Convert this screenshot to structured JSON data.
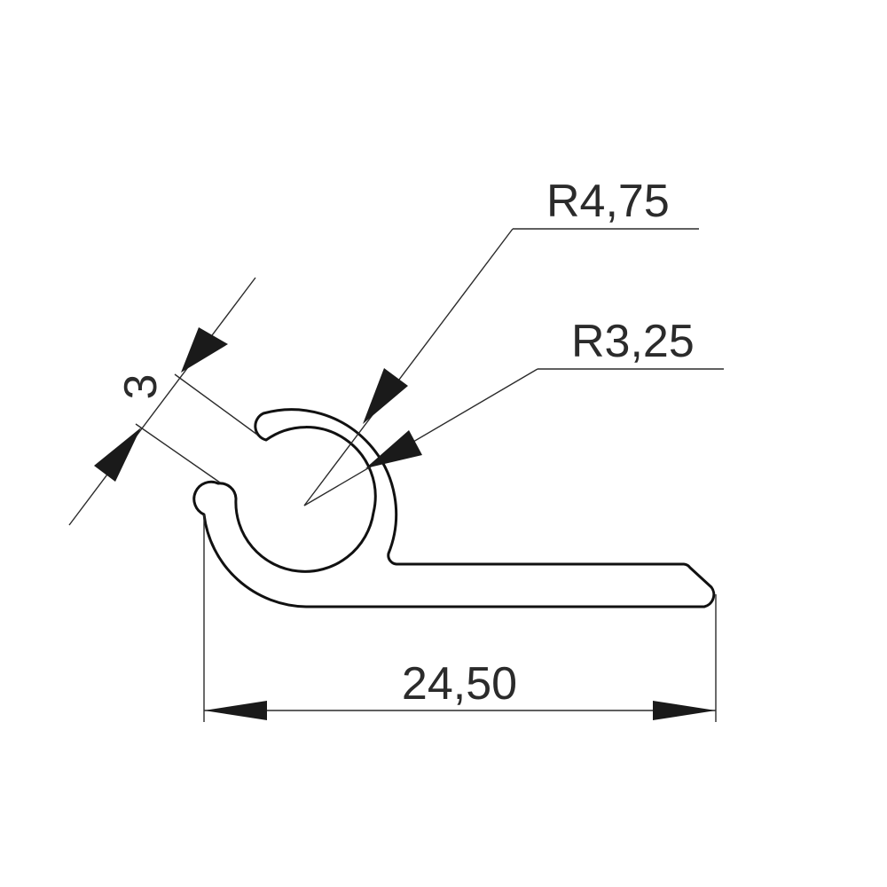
{
  "drawing": {
    "dimensions": {
      "radius_outer": "R4,75",
      "radius_inner": "R3,25",
      "thickness": "3",
      "overall_width": "24,50"
    }
  }
}
